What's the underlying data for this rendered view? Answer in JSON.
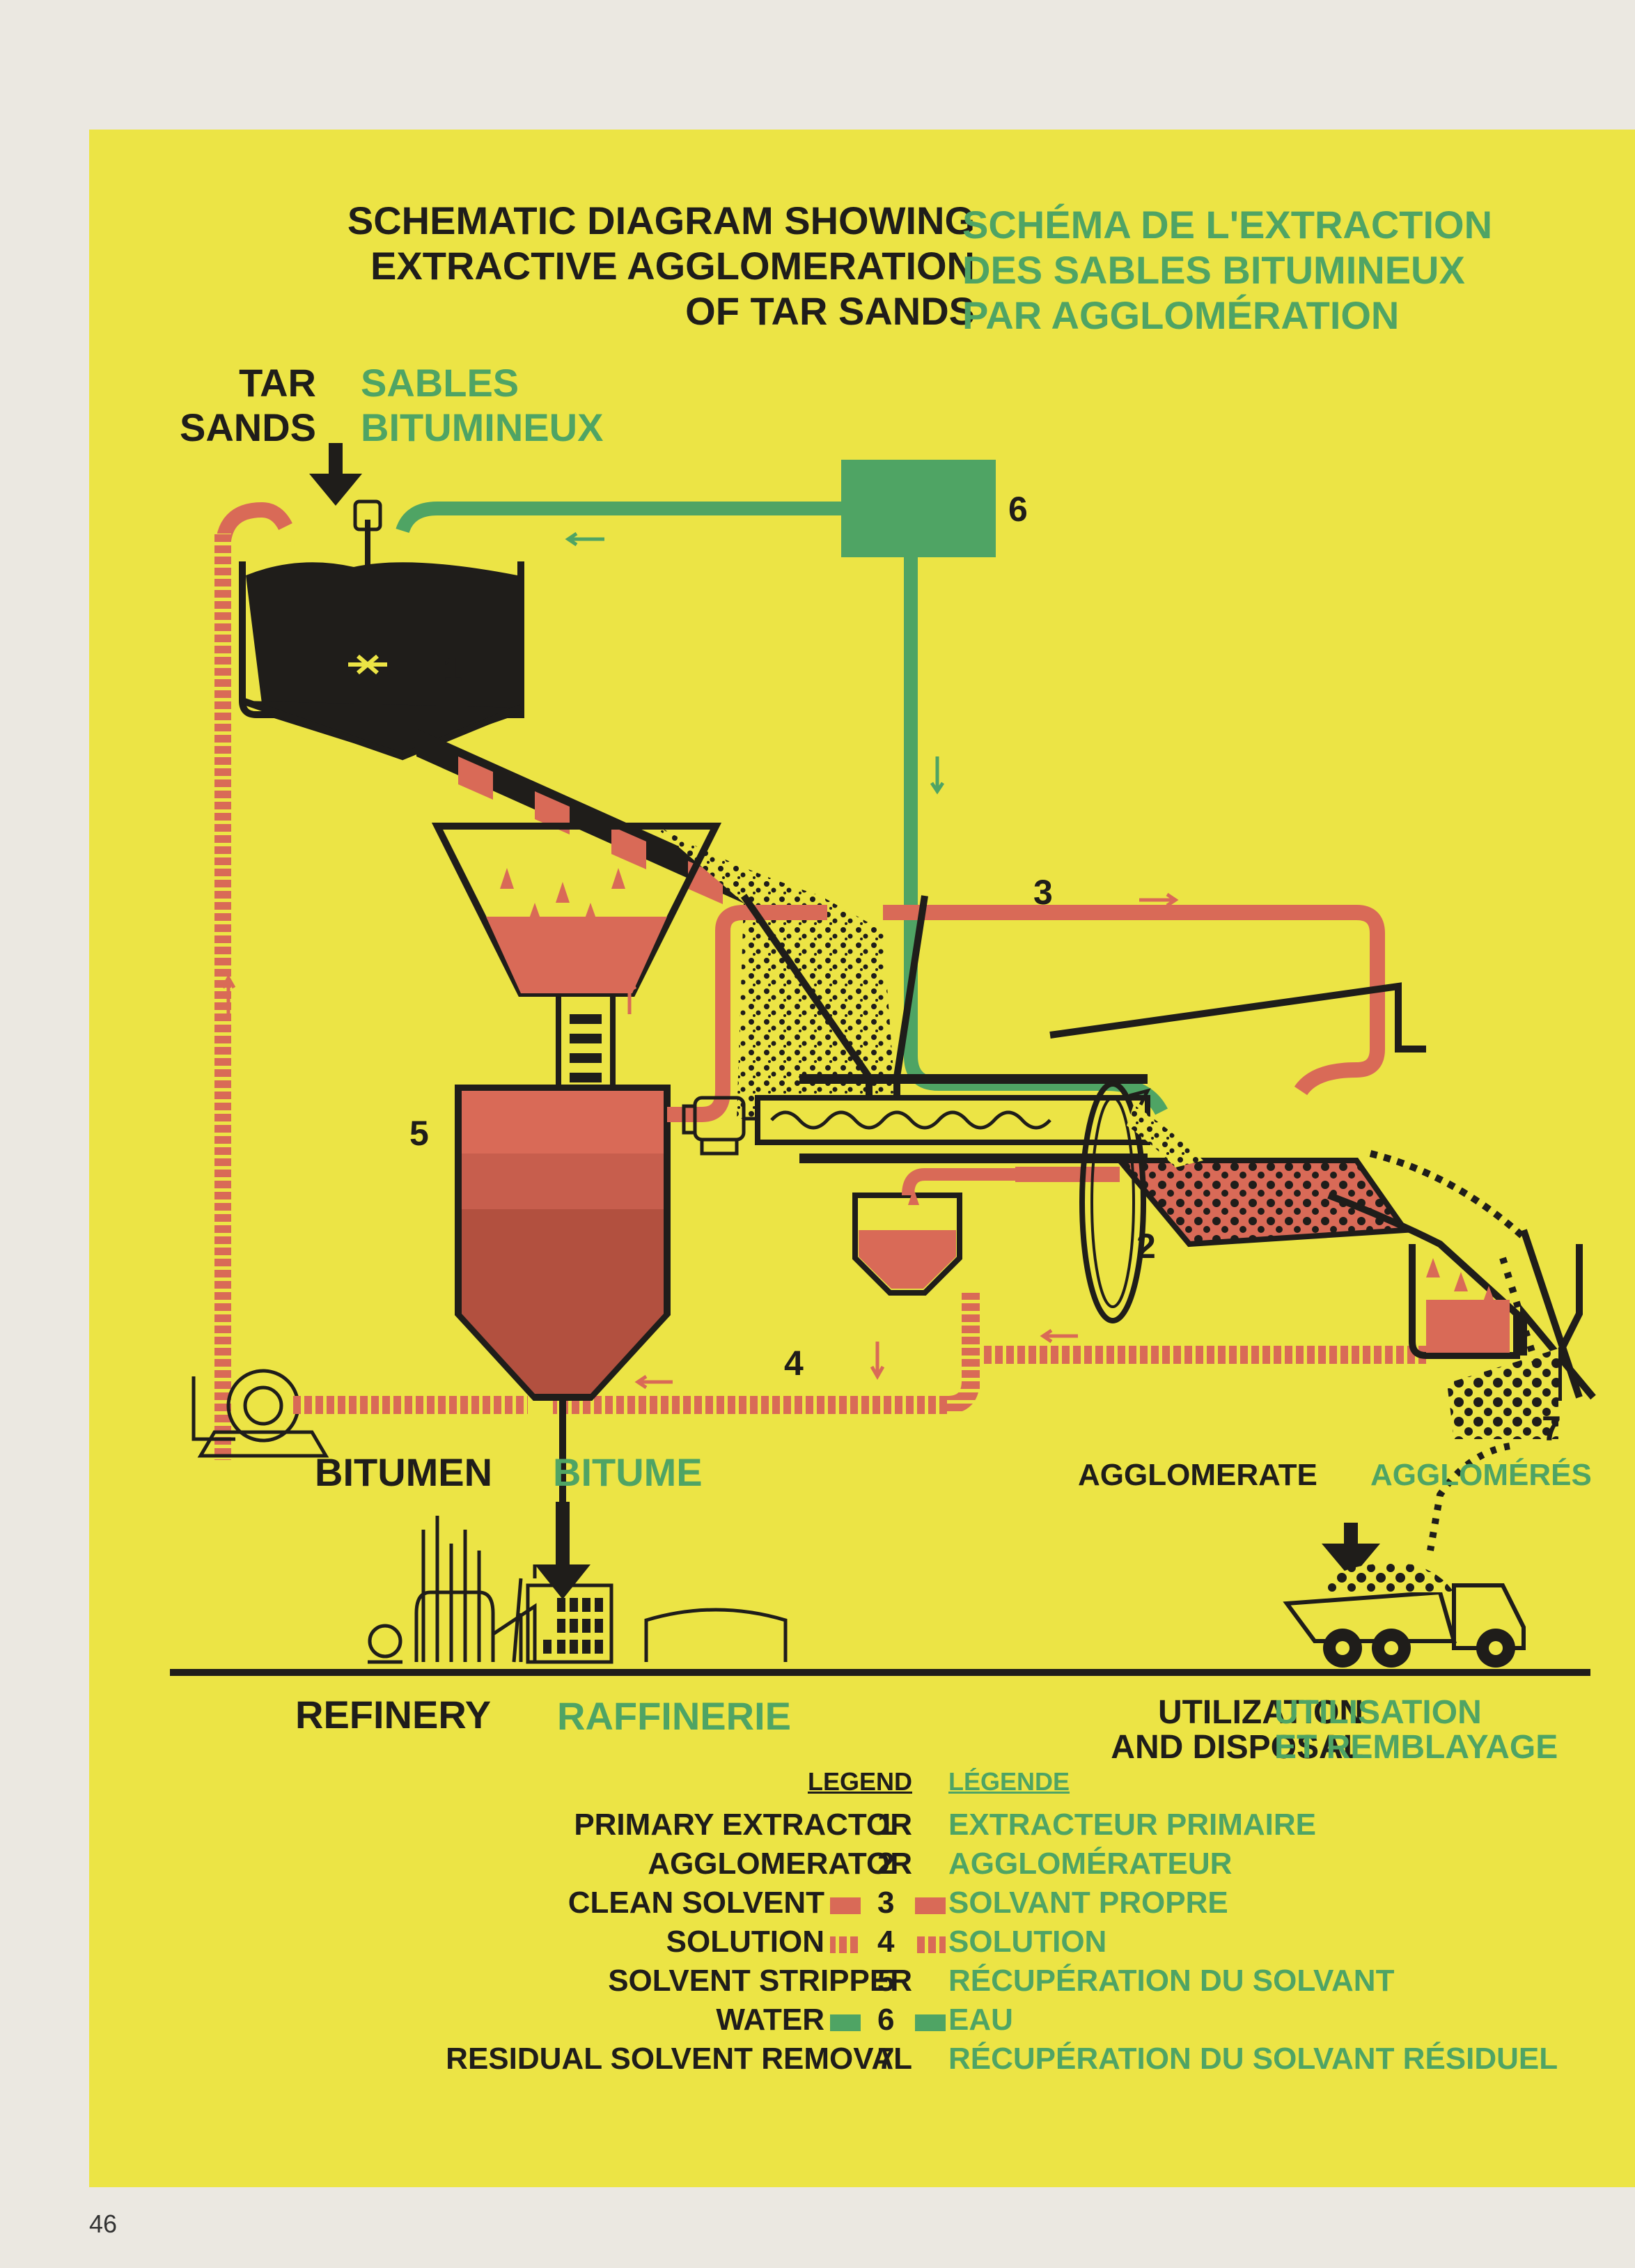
{
  "title": {
    "en_lines": [
      "SCHEMATIC DIAGRAM SHOWING",
      "EXTRACTIVE AGGLOMERATION",
      "OF TAR SANDS"
    ],
    "fr_lines": [
      "SCHÉMA DE L'EXTRACTION",
      "DES SABLES BITUMINEUX",
      "PAR AGGLOMÉRATION"
    ]
  },
  "inputs": {
    "tar_sands_en_1": "TAR",
    "tar_sands_en_2": "SANDS",
    "tar_sands_fr_1": "SABLES",
    "tar_sands_fr_2": "BITUMINEUX"
  },
  "numbers": {
    "n1": "1",
    "n2": "2",
    "n3": "3",
    "n4": "4",
    "n5": "5",
    "n6": "6",
    "n7": "7"
  },
  "outputs": {
    "bitumen_en": "BITUMEN",
    "bitumen_fr": "BITUME",
    "agglomerate_en": "AGGLOMERATE",
    "agglomerate_fr": "AGGLOMÉRÉS",
    "refinery_en": "REFINERY",
    "refinery_fr": "RAFFINERIE",
    "utilization_en_1": "UTILIZATION",
    "utilization_en_2": "AND DISPOSAL",
    "utilization_fr_1": "UTILISATION",
    "utilization_fr_2": "ET REMBLAYAGE"
  },
  "legend": {
    "heading_en": "LEGEND",
    "heading_fr": "LÉGENDE",
    "items": [
      {
        "number": "1",
        "en": "PRIMARY EXTRACTOR",
        "fr": "EXTRACTEUR PRIMAIRE",
        "swatch": "none"
      },
      {
        "number": "2",
        "en": "AGGLOMERATOR",
        "fr": "AGGLOMÉRATEUR",
        "swatch": "none"
      },
      {
        "number": "3",
        "en": "CLEAN SOLVENT",
        "fr": "SOLVANT PROPRE",
        "swatch": "solid-red"
      },
      {
        "number": "4",
        "en": "SOLUTION",
        "fr": "SOLUTION",
        "swatch": "striped-red"
      },
      {
        "number": "5",
        "en": "SOLVENT STRIPPER",
        "fr": "RÉCUPÉRATION DU SOLVANT",
        "swatch": "none"
      },
      {
        "number": "6",
        "en": "WATER",
        "fr": "EAU",
        "swatch": "solid-green"
      },
      {
        "number": "7",
        "en": "RESIDUAL SOLVENT REMOVAL",
        "fr": "RÉCUPÉRATION DU SOLVANT RÉSIDUEL",
        "swatch": "none"
      }
    ]
  },
  "colors": {
    "background": "#ece445",
    "solvent": "#d96a57",
    "water": "#4fa464",
    "ink": "#1f1d1a"
  },
  "page_number": "46"
}
